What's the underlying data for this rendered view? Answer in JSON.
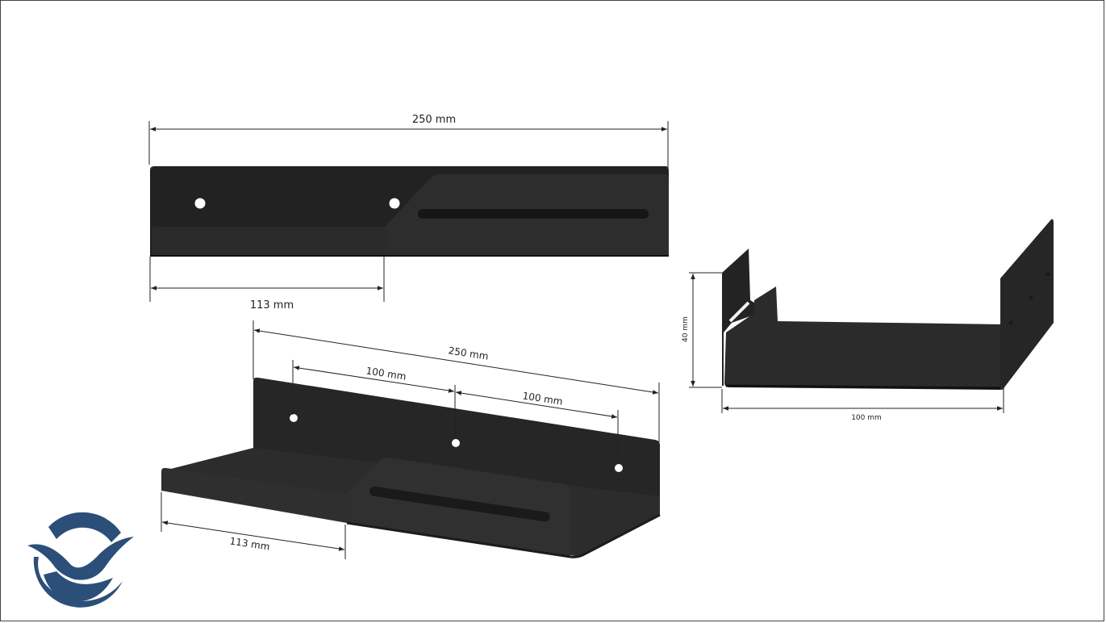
{
  "colors": {
    "shelf": "#222222",
    "shelf_light": "#2e2e2e",
    "shelf_dark": "#161616",
    "dimension_line": "#222222",
    "logo": "#2b4f79",
    "frame": "#444444"
  },
  "front_view": {
    "overall_length": "250 mm",
    "offset_length": "113 mm"
  },
  "perspective_view": {
    "overall_length": "250 mm",
    "hole_spacing_1": "100 mm",
    "hole_spacing_2": "100 mm",
    "offset_length": "113 mm"
  },
  "side_view": {
    "height": "40 mm",
    "depth": "100 mm"
  },
  "logo": {
    "icon": "seagull-circle-logo"
  }
}
